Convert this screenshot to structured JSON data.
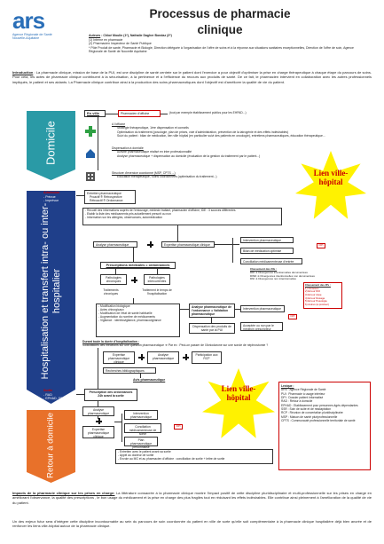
{
  "header": {
    "logo_letters": "ars",
    "logo_sub1": "Agence Régionale de Santé",
    "logo_sub2": "Nouvelle-Aquitaine",
    "title": "Processus de pharmacie clinique",
    "authors_label": "Auteurs",
    "authors": " : Chloé Moulin (1*), Nathalie Dagher Bondaz (2*)",
    "aff1": "(1) Interne en pharmacie",
    "aff2": "(2) Pharmacien Inspecteur de Santé Publique",
    "aff3": "* Pôle Produit de santé, Pharmacie et Biologie, Direction déléguée à l'organisation de l'offre de soins et à la réponse aux situations sanitaires exceptionnelles, Direction de l'offre de soin, Agence Régionale de Santé de Nouvelle Aquitaine"
  },
  "intro": {
    "label": "Introduction",
    "text": " : La pharmacie clinique, mission de base de la PUI, est une discipline de santé centrée sur le patient dont l'exercice a pour objectif d'optimiser la prise en charge thérapeutique à chaque étape du parcours de soins. Pour cela, les actes de pharmacie clinique contribuent à la sécurisation, à la pertinence et à l'efficience du recours aux produits de santé. De ce fait, le pharmacien intervient en collaboration avec les autres professionnels impliqués, le patient et ses aidants. La Pharmacie clinique contribue ainsi à la production des soins pharmaceutiques dont l'objectif est d'améliorer la qualité de vie du patient."
  },
  "sidebar": {
    "domicile": "Domicile",
    "hospital": "Hospitalisation et transfert intra- ou inter-hospitalier",
    "retour": "Retour à domicile"
  },
  "domicile": {
    "en_ville": "En ville",
    "pharmacien_officine": "Pharmacien d'officine",
    "note_ehpa": "(tout par exemple établissement publics pour les EHPAD...)",
    "officine_label": "A l'officine",
    "officine_items": [
      "Stratégie thérapeutique, 1ère dispensation et conseils",
      "Optimisation du traitement (posologie, plan de prises, voie d'administration, prévention de la iatrogénie et des effets indésirables)",
      "Suivi du patient : bilan de médication, lien ville hôpital (en particulier suivi des patients en oncologie), entretiens pharmaceutiques, éducation thérapeutique..."
    ],
    "domicile_label": "Dispensation à domicile",
    "domicile_items": [
      "Activité pharmaceutique réalisé en inter professionnalité",
      "Analyse pharmaceutique + dispensation au domicile (évaluation de la gestion du traitement par le patient...)"
    ],
    "exercice_label": "Structure d'exercice coordonné (MSP, CPTS ...)",
    "exercice_items": [
      "Education thérapeutique, Soins coordonnées (optimisation du traitement...)"
    ]
  },
  "admission": {
    "label": "Admission",
    "items": [
      "- Prévue",
      "- Imprévue"
    ],
    "entretien_title": "Entretien pharmaceutique",
    "entretien_items": [
      "Proactif ® Rétrospective",
      "Rétroactif ® Ordonnance"
    ]
  },
  "hospital": {
    "recueil": [
      "- Recueil des informations auprès de l'entourage, médecin traitant, pharmacien d'officine, IDE : 3 sources différentes",
      "- Etablir la liste des médicaments pris actuellement prescrit ou non",
      "- Information sur les allergies, observances, automédication"
    ],
    "analyse": "Analyse pharmaceutique",
    "expertise": "Expertise pharmaceutique clinique",
    "intervention": "Intervention pharmaceutique",
    "bilan": "Bilan de médication optimisé",
    "conciliation": "Conciliation médicamenteuse d'entrée",
    "classement_title": "Classement des DIs :",
    "classement": [
      "DDI ➔ Divergences intentionnelles documentées",
      "DIND ➔ Divergences intentionnelles non documentées",
      "DNI ➔ Divergences non intentionnelles"
    ],
    "prescriptions": "Prescriptions médicales = ordonnances",
    "patho_chron": "Pathologies chroniques",
    "patho_inter": "Pathologies intercurrentes",
    "trait_chron": "Traitements chroniques",
    "trait_temps": "Traitement le temps de l'hospitalisation",
    "modif_list": [
      "- Modification biologique",
      "- Actes chirurgicaux",
      "- Modification de l'état de santé habituelle",
      "- Augmentation du nombre de médicaments",
      "- Vigilance : identitovigilance, pharmacovigilance"
    ],
    "analyse_ordo": "Analyse pharmaceutique de l'ordonnance = Validation pharmaceutique",
    "intervention2": "Intervention pharmaceutique",
    "dispensation": "Dispensation des produits de santé par la PUI",
    "acceptee": "Acceptée ou non par le médecin prescripteur",
    "dpi": "DPI",
    "classement_ip_title": "Classement des IPs :",
    "classement_ip": [
      "1) Omission",
      "2) Erreur DCI",
      "3) Erreur dose",
      "4) Erreur Dosage",
      "5) Erreur Posologie",
      "6) Autres (à préciser)"
    ],
    "durant_title": "Durant toute la durée d'hospitalisation :",
    "durant_text": "Sollicitations des médecins sur une question pharmaceutique ➔ Par ex : Peut-on passer de l'Amiodarone sur une sonde de néphrostomie ?",
    "exp_clin": "Expertise pharmaceutique clinique",
    "analyse2": "Analyse pharmaceutique",
    "participation": "Participation aux RCP",
    "recherches": "Recherches bibliographiques",
    "avis": "Avis pharmaceutique"
  },
  "sortie": {
    "label": "Sortie",
    "items": [
      "- RAD",
      "- EPHAD, SSR"
    ],
    "prescription_title": "Prescription des ordonnances",
    "prescription_sub": "24h avant la sortie",
    "analyse": "Analyse pharmaceutique",
    "expertise": "Expertise pharmaceutique clinique",
    "intervention": "Intervention pharmaceutique",
    "conciliation": "Conciliation médicamenteuse de sortie",
    "plan": "Plan pharmaceutique personnalisé",
    "entretien_list": [
      "- Entretien avec le patient avant sa sortie",
      "- Appel au docteur de sortie",
      "- Envoie au MG et au pharmacien d'officine : conciliation de sortie + lettre de sortie"
    ]
  },
  "stars": {
    "lien1": "Lien ville-hôpital",
    "lien2": "Lien ville-hôpital"
  },
  "lexique": {
    "title": "Lexique :",
    "items": [
      "ARS : Agence Régionale de Santé",
      "PUI : Pharmacie à usage intérieur",
      "DPI : Dossier patient informatisé",
      "RAD : Retour à domicile",
      "EPHAD : Etablissement pour personnes âgés dépendantes",
      "SSR : Soin de suite et de réadaptation",
      "RCP : Réunion de concertation pluridisciplinaire",
      "MSP : Maison de santé pluriprofessionnelle",
      "CPTS : Communauté professionnelle territoriale de santé"
    ]
  },
  "impacts": {
    "label": "Impacts de la pharmacie clinique sur les prises en charge:",
    "text": " La littérature consacrée à la pharmacie clinique montre l'impact positif de cette discipline pluridisciplinaire et multi-professionnelle sur les prises en charge en améliorant l'observance, la qualité des prescriptions , le bon usage du médicament et la prise en charge des plus fragiles tout en réduisant les effets indésirables. Elle contribue ainsi pleinement à l'amélioration de la qualité de vie du patient.",
    "text2": "Un des enjeux futur sera d'intégrer cette discipline incontournable au sein du parcours de soin coordonnée du patient en ville de sorte qu'elle soit complémentaire à la pharmacie clinique hospitalière déjà bien ancrée et de renforcer les liens ville-hôpital autour de la pharmacie clinique."
  },
  "colors": {
    "navy": "#1f3f8a",
    "teal": "#2a9aa6",
    "orange": "#e8712a",
    "red": "#c00000",
    "star": "#fff200"
  }
}
